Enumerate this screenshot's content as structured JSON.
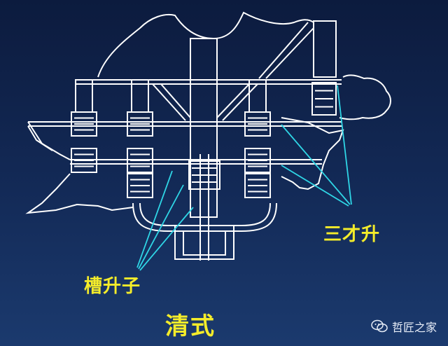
{
  "labels": {
    "caoshengzi": "槽升子",
    "sancaisheng": "三才升",
    "style": "清式"
  },
  "watermark": {
    "text": "哲匠之家",
    "icon": "wechat-icon"
  },
  "colors": {
    "background_top": "#0c1b3e",
    "background_bottom": "#1b3a6e",
    "drawing_lines": "#ffffff",
    "leader_lines": "#2fd6e6",
    "label_text": "#f4ec2a"
  }
}
